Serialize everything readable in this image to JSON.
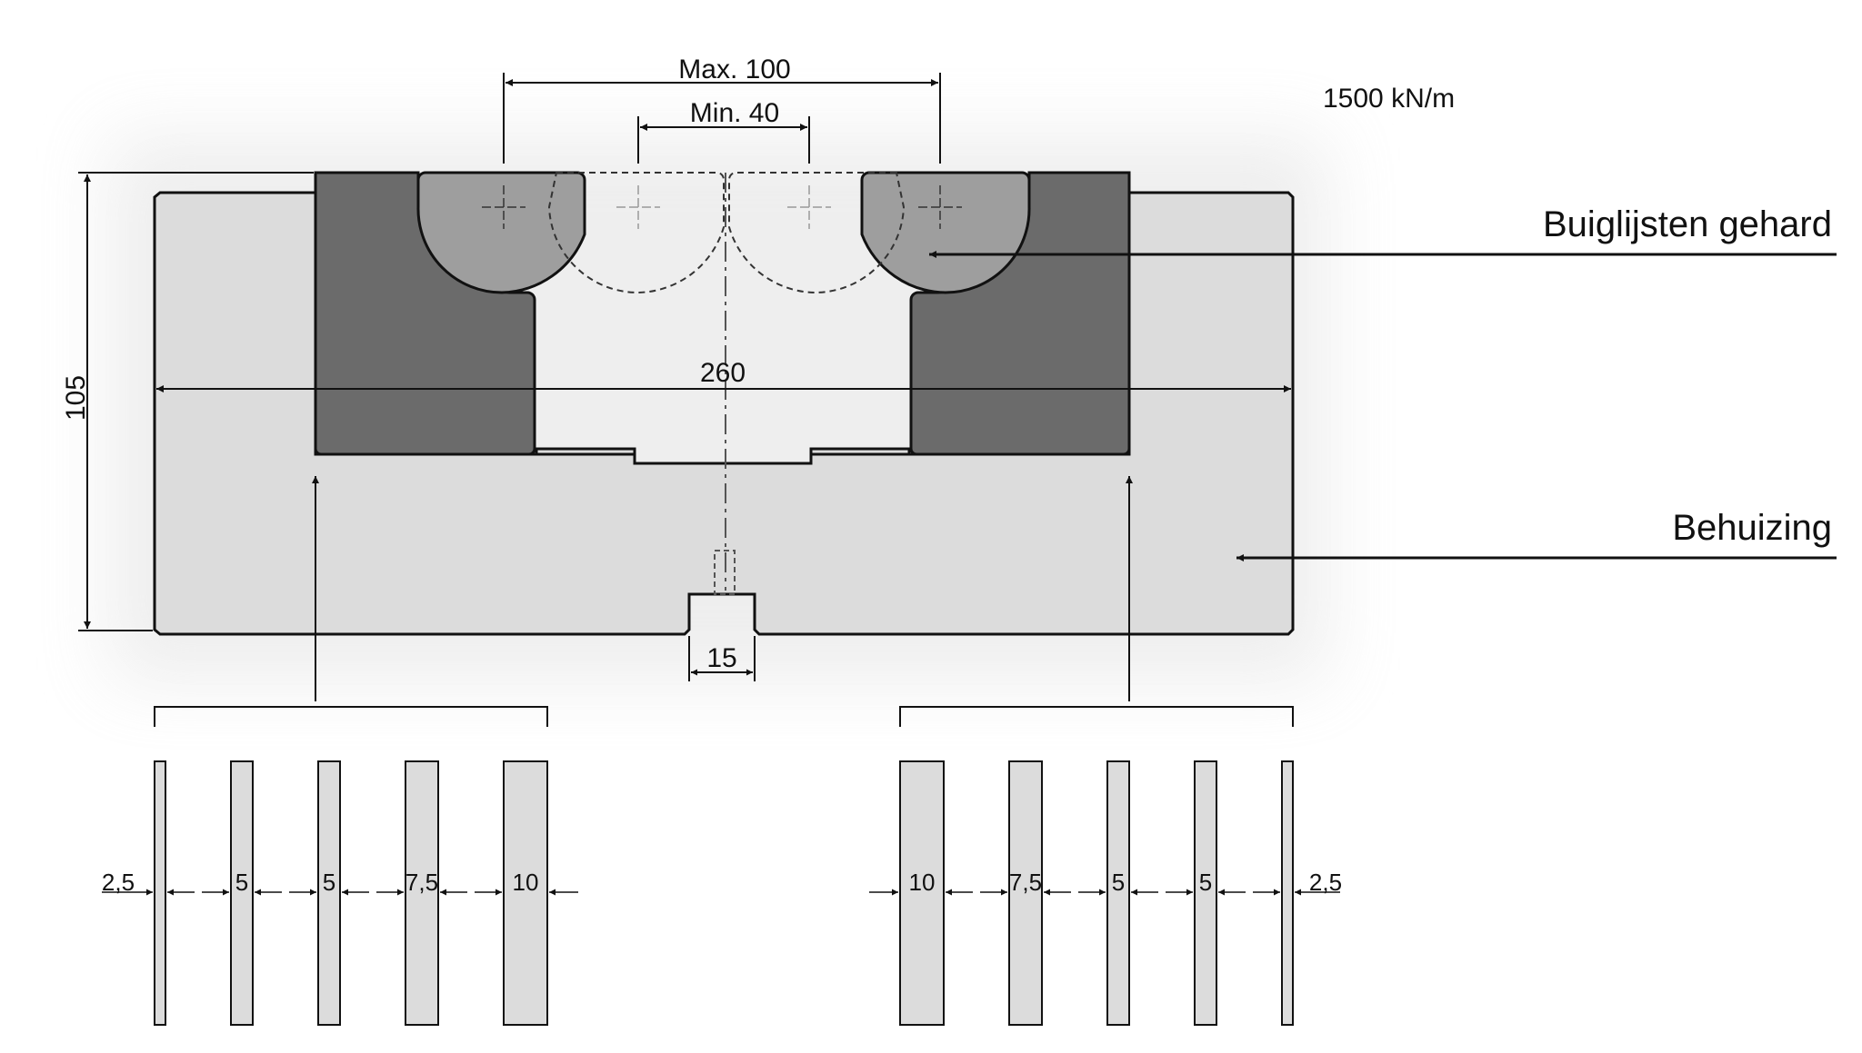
{
  "rating": "1500 kN/m",
  "dims": {
    "max_width": "Max. 100",
    "min_width": "Min. 40",
    "total_width": "260",
    "height": "105",
    "slot": "15"
  },
  "labels": {
    "hardened_strips": "Buiglijsten gehard",
    "housing": "Behuizing"
  },
  "shims_left": [
    "2,5",
    "5",
    "5",
    "7,5",
    "10"
  ],
  "shims_right": [
    "10",
    "7,5",
    "5",
    "5",
    "2,5"
  ],
  "colors": {
    "housing_fill": "#dcdcdc",
    "block_fill": "#6b6b6b",
    "roller_fill": "#9e9e9e",
    "shim_fill": "#dcdcdc",
    "line": "#111111"
  }
}
